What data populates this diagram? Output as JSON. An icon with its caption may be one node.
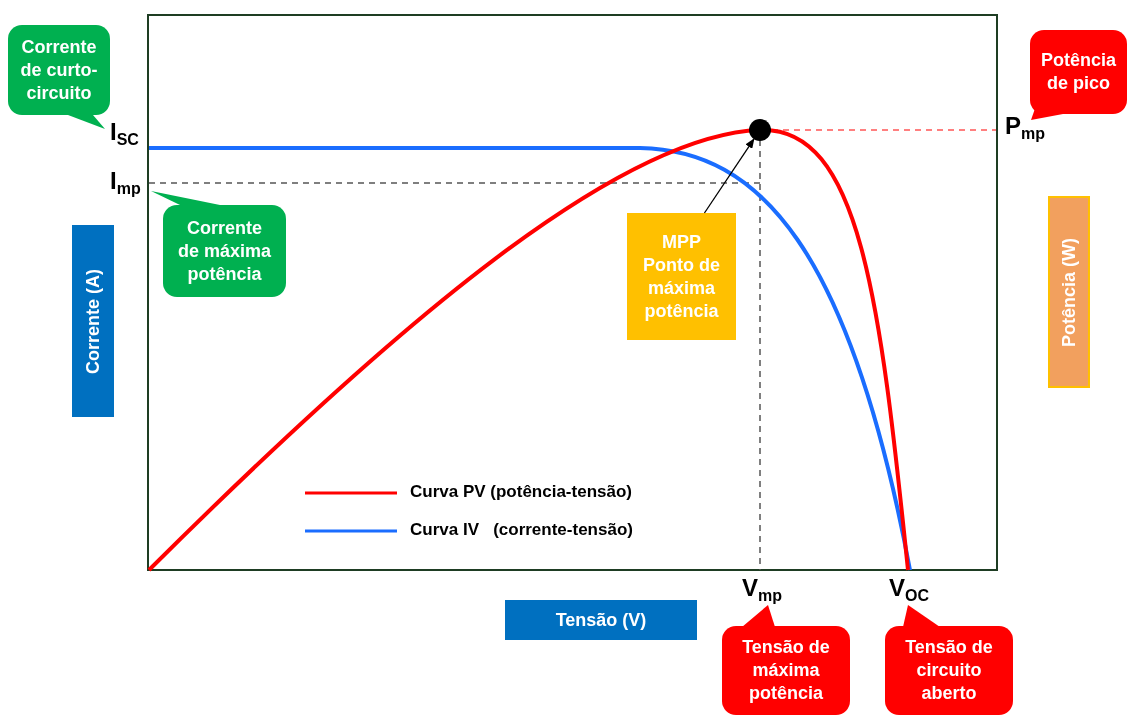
{
  "diagram": {
    "nodes": [
      {
        "text": [
          "Corrente de curto-circuito"
        ]
      },
      {
        "text": [
          "Potência de pico"
        ]
      },
      {
        "text": [
          "Corrente de máxima potência"
        ]
      },
      {
        "text": [
          "Corrente (A)"
        ]
      },
      {
        "text": [
          "MPP",
          "Ponto de máxima potência"
        ]
      },
      {
        "text": [
          "Potência (W)"
        ]
      },
      {
        "text": [
          "Tensão (V)"
        ]
      },
      {
        "text": [
          "Tensão de máxima potência"
        ]
      },
      {
        "text": [
          "Tensão de circuito aberto"
        ]
      },
      {
        "text": [],
        "shape": "circle"
      }
    ],
    "edges": [
      {
        "from": 4,
        "to": 9,
        "arrow": "to"
      }
    ],
    "labels": [
      "I$_{SC}$",
      "P$_{mp}$",
      "I$_{mp}$",
      "V$_{mp}$",
      "V$_{OC}$"
    ],
    "legend": [
      {
        "text": "Curva PV (potência-tensão)"
      },
      {
        "text": "Curva IV   (corrente-tensão)"
      }
    ]
  }
}
